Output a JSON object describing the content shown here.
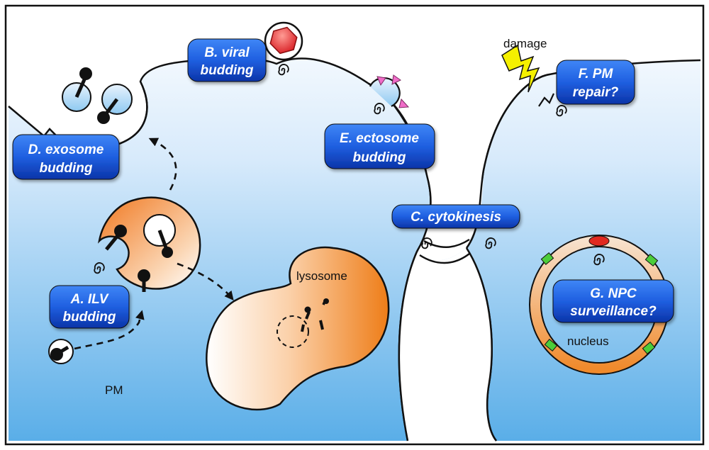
{
  "labels": {
    "a": [
      "A. ILV",
      "budding"
    ],
    "b": [
      "B. viral",
      "budding"
    ],
    "c": [
      "C. cytokinesis"
    ],
    "d": [
      "D. exosome",
      "budding"
    ],
    "e": [
      "E. ectosome",
      "budding"
    ],
    "f": [
      "F. PM",
      "repair?"
    ],
    "g": [
      "G. NPC",
      "surveillance?"
    ]
  },
  "text": {
    "lysosome": "lysosome",
    "nucleus": "nucleus",
    "damage": "damage",
    "pm": "PM"
  },
  "colors": {
    "cell_top": "#ffffff",
    "cell_bottom": "#5aaee8",
    "label_fill": "#1f5fe0",
    "label_fill_dark": "#0b34a8",
    "endosome": "#f08a2c",
    "lysosome": "#ee8020",
    "npc": "#4ccd3a",
    "lightning": "#f5f000",
    "virus": "#e8383a",
    "pink_marker": "#f06cc8"
  }
}
